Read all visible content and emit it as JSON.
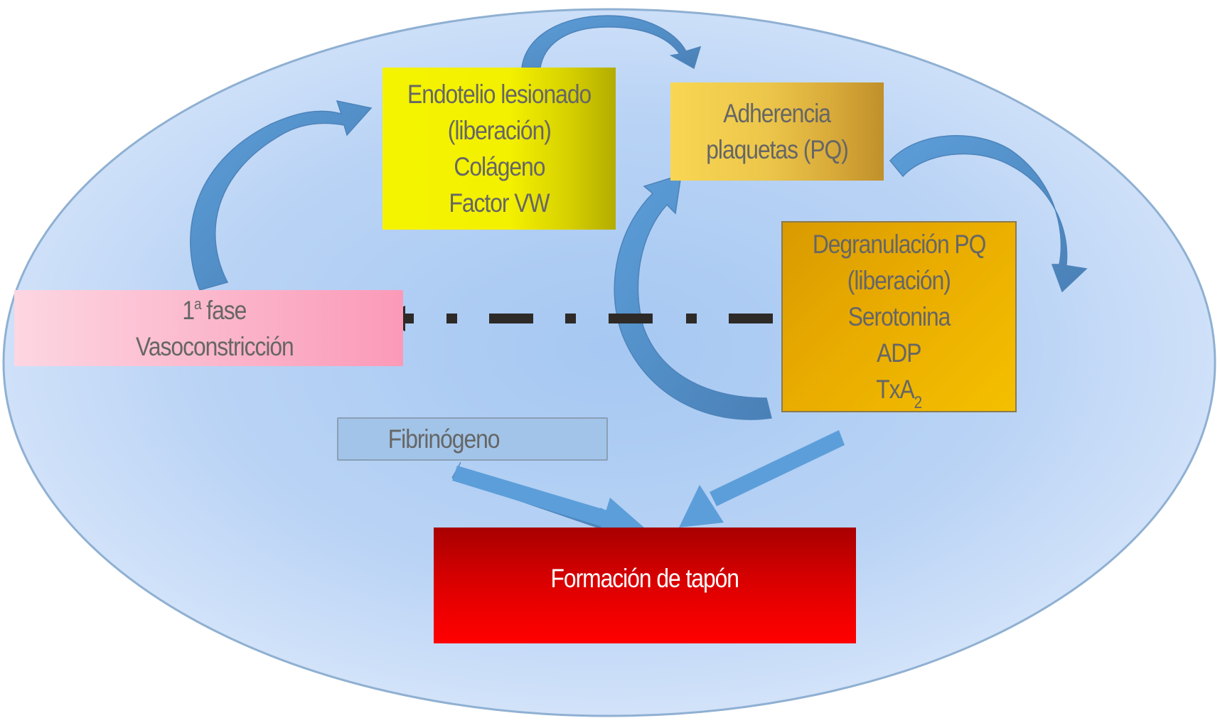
{
  "diagram": {
    "title": "Hemostasia primaria - formación del tapón plaquetario",
    "colors": {
      "ellipse_fill_center": "#a9cbf3",
      "ellipse_fill_edge": "#d4e4f9",
      "ellipse_stroke": "#8fb0d2",
      "arrow_blue": "#5a9ad6",
      "arrow_blue_dark": "#4a7fb5",
      "dashed_arrow": "#2e2a28",
      "text_grey": "#666666",
      "text_white": "#ffffff"
    },
    "nodes": {
      "endotelio": {
        "lines": [
          "Endotelio lesionado",
          "(liberación)",
          "Colágeno",
          "Factor VW"
        ]
      },
      "adherencia": {
        "lines": [
          "Adherencia",
          "plaquetas (PQ)"
        ]
      },
      "vasoconstriccion": {
        "line1_main": "1",
        "line1_sup": "a",
        "line1_rest": " fase",
        "line2": "Vasoconstricción"
      },
      "degranulacion": {
        "lines": [
          "Degranulación PQ",
          "(liberación)",
          "Serotonina",
          "ADP"
        ],
        "last_main": "TxA",
        "last_sub": "2"
      },
      "fibrinogeno": {
        "label": "Fibrinógeno"
      },
      "tapon": {
        "label": "Formación de tapón"
      }
    },
    "edges": [
      {
        "from": "vasoconstriccion",
        "to": "endotelio",
        "style": "curved-solid"
      },
      {
        "from": "endotelio",
        "to": "adherencia",
        "style": "curved-solid"
      },
      {
        "from": "adherencia",
        "to": "degranulacion",
        "style": "curved-solid"
      },
      {
        "from": "degranulacion",
        "to": "adherencia",
        "style": "curved-solid"
      },
      {
        "from": "degranulacion",
        "to": "vasoconstriccion",
        "style": "dash-dot"
      },
      {
        "from": "fibrinogeno",
        "to": "tapon",
        "style": "straight-solid"
      },
      {
        "from": "degranulacion",
        "to": "tapon",
        "style": "straight-solid"
      }
    ]
  }
}
